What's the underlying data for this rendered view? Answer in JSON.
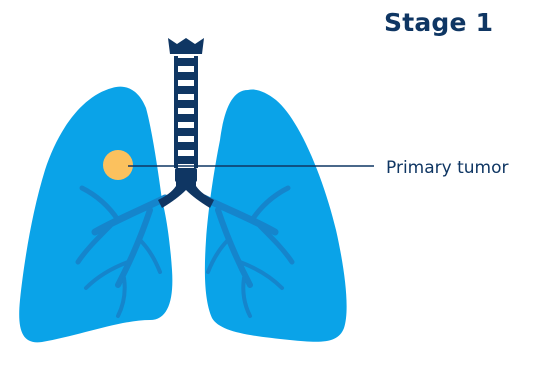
{
  "title": "Stage 1",
  "callout": {
    "label": "Primary tumor"
  },
  "colors": {
    "lung": "#0aa3e8",
    "bronchi": "#1585cc",
    "trachea": "#0f3663",
    "tumor": "#fbc15e",
    "text": "#0f3663",
    "leader_line": "#0f3663"
  },
  "icons": [
    "lungs-illustration",
    "trachea",
    "tumor-marker"
  ]
}
